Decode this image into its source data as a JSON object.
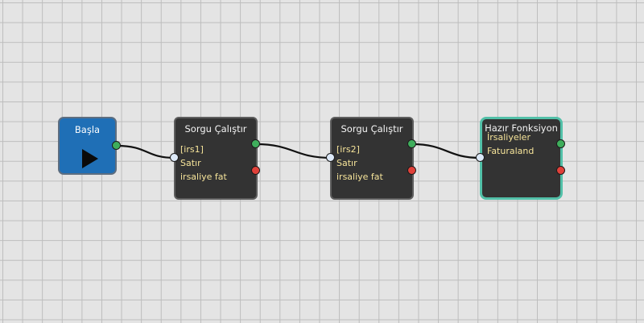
{
  "canvas": {
    "background": "#e4e4e4",
    "grid_color": "#bdbdbd"
  },
  "nodes": {
    "start": {
      "title": "Başla",
      "color": "#1f6fb6",
      "icon": "play-icon"
    },
    "query1": {
      "title": "Sorgu Çalıştır",
      "fields": [
        "[irs1]",
        "Satır",
        "irsaliye fat"
      ]
    },
    "query2": {
      "title": "Sorgu Çalıştır",
      "fields": [
        "[irs2]",
        "Satır",
        "irsaliye fat"
      ]
    },
    "function": {
      "title": "Hazır Fonksiyon",
      "fields": [
        "İrsaliyeler",
        "Faturaland"
      ],
      "border_color": "#52c0a8"
    }
  },
  "colors": {
    "port_success": "#3fae5c",
    "port_error": "#e0413a",
    "port_input": "#dde9f8",
    "field_text": "#f6e49a"
  }
}
